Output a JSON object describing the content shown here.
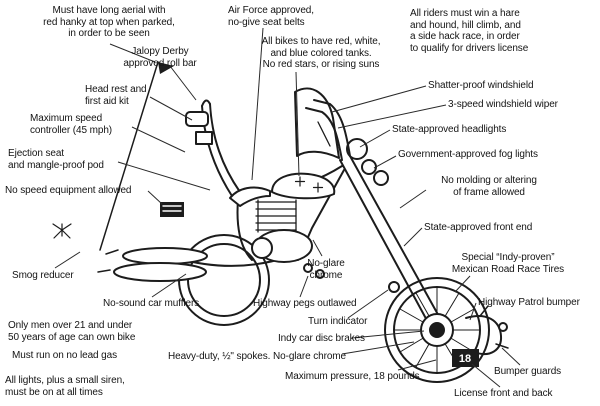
{
  "colors": {
    "ink": "#1c1c1c",
    "background": "#ffffff"
  },
  "labels": {
    "aerial_rule": "Must have long aerial with\nred hanky at top when parked,\nin order to be seen",
    "roll_bar": "Jalopy Derby\napproved roll bar",
    "head_rest": "Head rest and\nfirst aid kit",
    "speed_controller": "Maximum speed\ncontroller (45 mph)",
    "ejection_seat": "Ejection seat\nand mangle-proof pod",
    "no_speed_equipment": "No speed equipment allowed",
    "smog_reducer": "Smog reducer",
    "seat_belts": "Air Force approved,\nno-give seat belts",
    "tank_colors": "All bikes to have red, white,\nand blue colored tanks.\nNo red stars, or rising suns",
    "rider_qualification": "All riders must win a hare\nand hound, hill climb, and\na side hack race, in order\nto qualify for drivers license",
    "windshield": "Shatter-proof windshield",
    "wiper": "3-speed windshield wiper",
    "headlights": "State-approved headlights",
    "fog_lights": "Government-approved fog lights",
    "frame_rule": "No molding or altering\nof frame allowed",
    "front_end": "State-approved front end",
    "tires": "Special “Indy-proven”\nMexican Road Race Tires",
    "patrol_bumper": "Highway Patrol bumper",
    "no_glare_chrome": "No-glare\nchrome",
    "mufflers": "No-sound car mufflers",
    "highway_pegs": "Highway pegs outlawed",
    "turn_indicator": "Turn indicator",
    "disc_brakes": "Indy car disc brakes",
    "spokes": "Heavy-duty, ½\" spokes. No-glare chrome",
    "age_rule": "Only men over 21 and under\n50 years of age can own bike",
    "fuel_rule": "Must run on no lead gas",
    "lights_rule": "All lights, plus a small siren,\nmust be on at all times",
    "tire_pressure": "Maximum pressure, 18 pounds",
    "bumper_guards": "Bumper guards",
    "license_plates": "License front and back"
  },
  "illustration": {
    "license_plate": "18"
  }
}
